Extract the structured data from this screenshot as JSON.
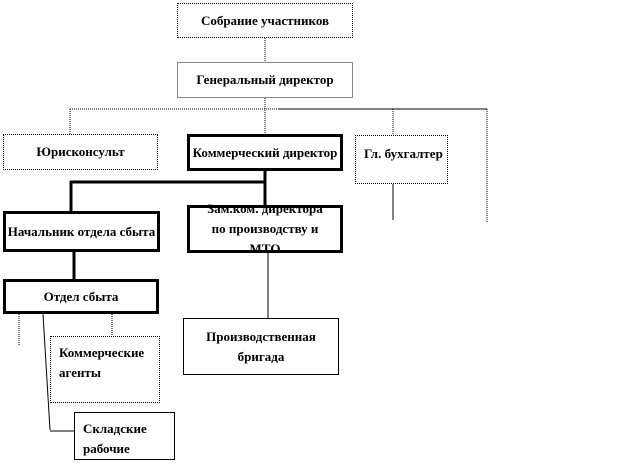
{
  "nodes": {
    "assembly": "Собрание участников",
    "ceo": "Генеральный директор",
    "legal": "Юрисконсульт",
    "commercial_director": "Коммерческий директор",
    "chief_accountant": "Гл. бухгалтер",
    "sales_head": "Начальник отдела сбыта",
    "deputy": "Зам.ком. директора по производству и МТО",
    "sales_dept": "Отдел сбыта",
    "production_brigade": "Производственная бригада",
    "agents": "Коммерческие агенты",
    "warehouse": "Складские рабочие"
  }
}
